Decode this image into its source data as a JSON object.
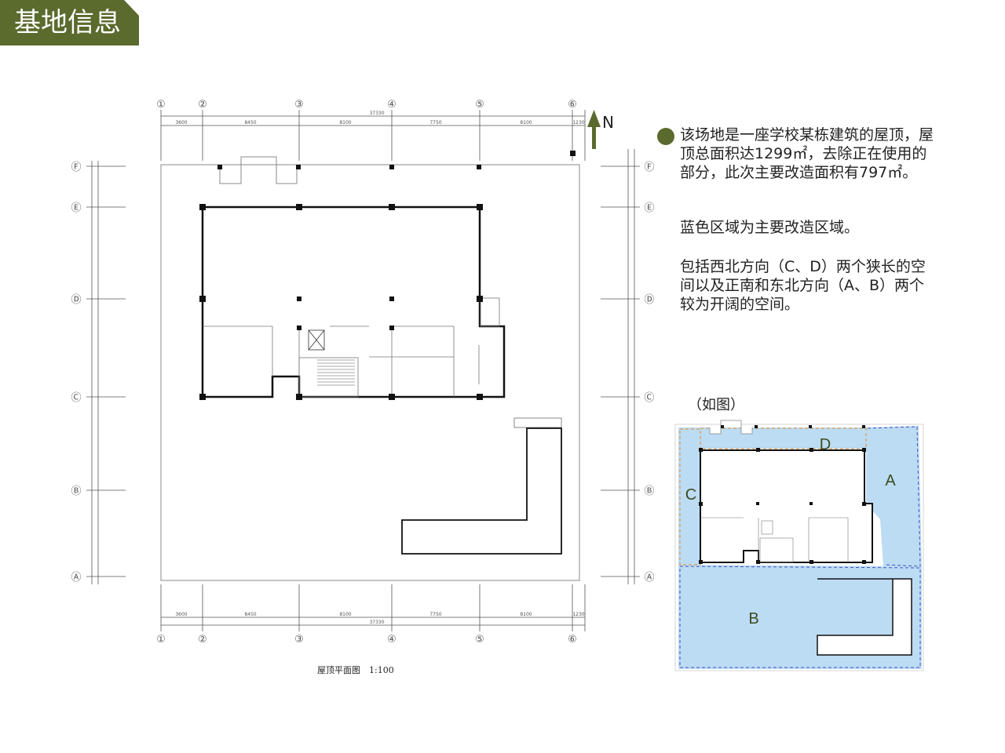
{
  "header": {
    "title": "基地信息"
  },
  "north_label": "N",
  "description": {
    "para1": "该场地是一座学校某栋建筑的屋顶，屋顶总面积达1299㎡，去除正在使用的部分，此次主要改造面积有797㎡。",
    "para2": "蓝色区域为主要改造区域。",
    "para3": "包括西北方向（C、D）两个狭长的空间以及正南和东北方向（A、B）两个较为开阔的空间。"
  },
  "reference_label": "（如图）",
  "plan_caption": "屋顶平面图　1:100",
  "axes_numbers": [
    "①",
    "②",
    "③",
    "④",
    "⑤",
    "⑥"
  ],
  "axes_letters": [
    "Ⓐ",
    "Ⓑ",
    "Ⓒ",
    "Ⓓ",
    "Ⓔ",
    "Ⓕ"
  ],
  "dims_top": [
    "3600",
    "8450",
    "8100",
    "7750",
    "8100",
    "1230"
  ],
  "dim_total": "37330",
  "zones": {
    "a": "A",
    "b": "B",
    "c": "C",
    "d": "D"
  },
  "colors": {
    "accent": "#5b6a2d",
    "zone_fill": "#bcdcf3",
    "zone_border": "#4050c0",
    "zone_orange": "#e08a30"
  }
}
